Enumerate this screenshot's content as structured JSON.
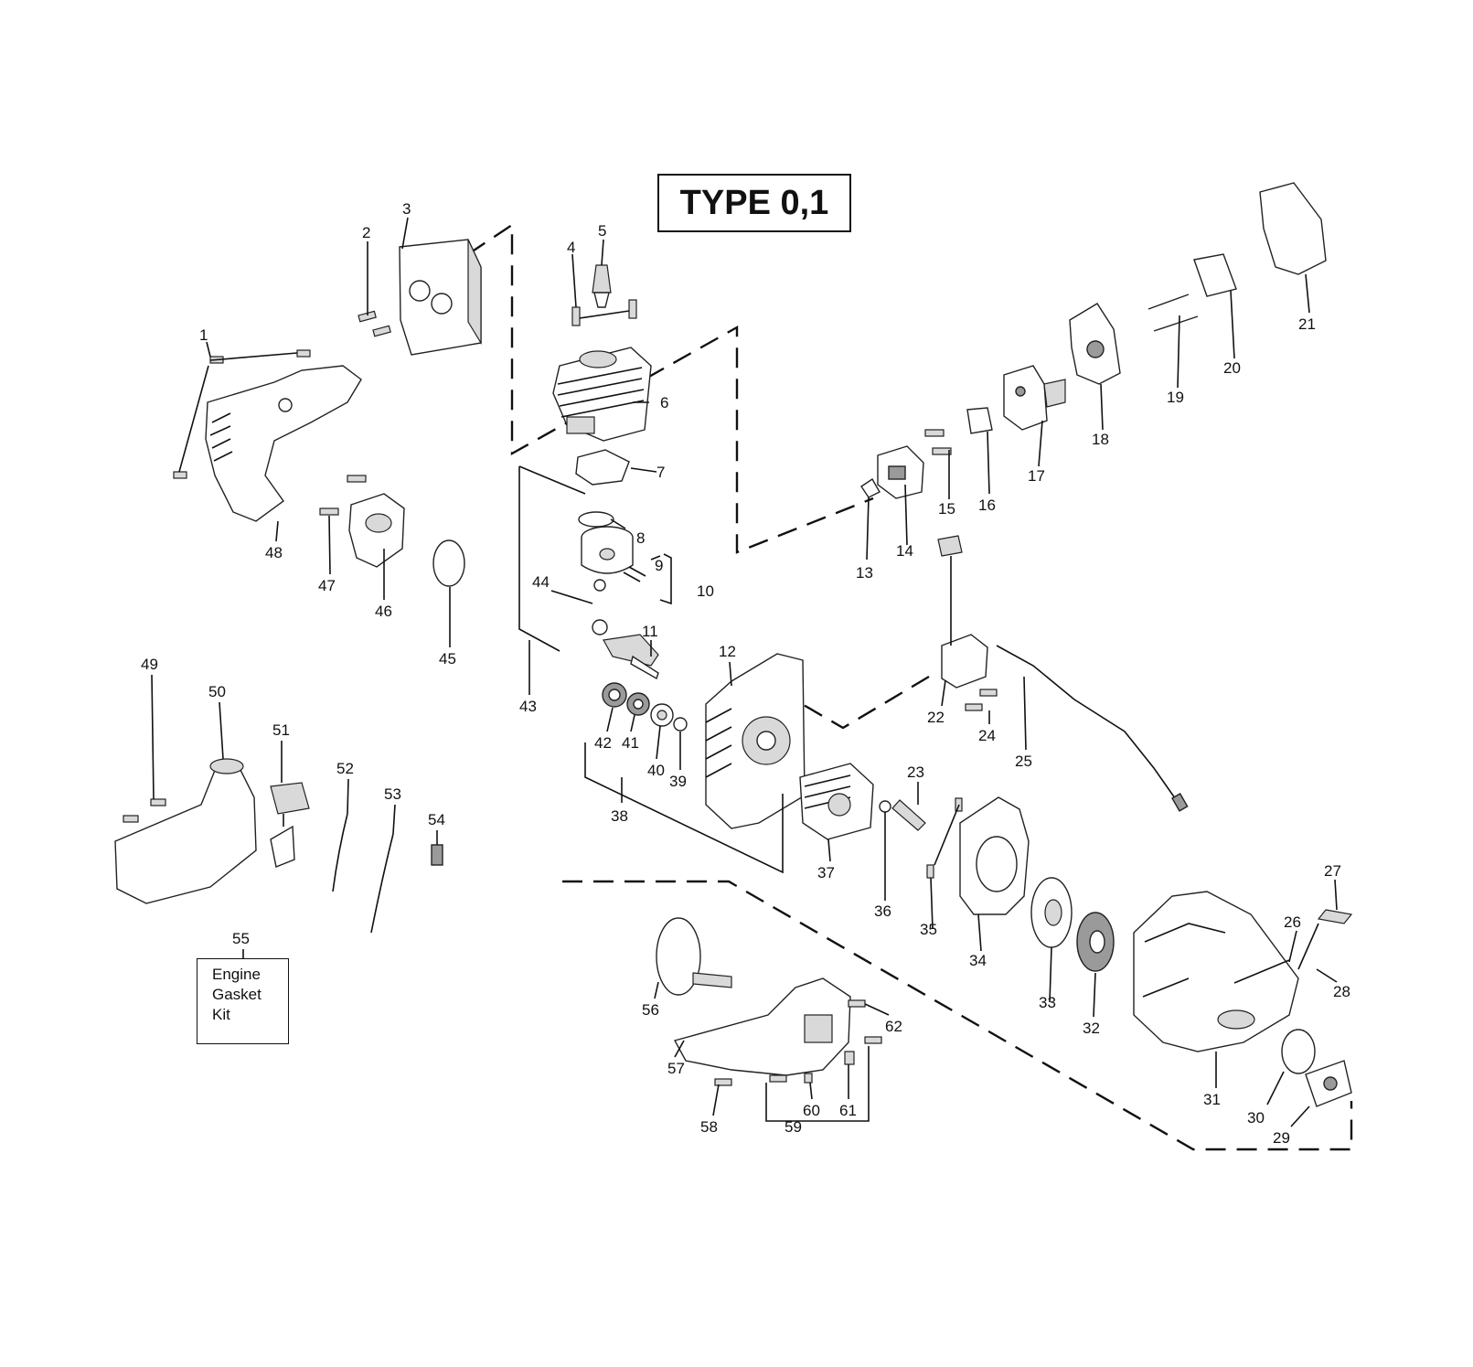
{
  "diagram": {
    "type_label": "TYPE 0,1",
    "kit_box": {
      "number": "55",
      "lines": [
        "Engine",
        "Gasket",
        "Kit"
      ]
    },
    "part_numbers": [
      "1",
      "2",
      "3",
      "4",
      "5",
      "6",
      "7",
      "8",
      "9",
      "10",
      "11",
      "12",
      "13",
      "14",
      "15",
      "16",
      "17",
      "18",
      "19",
      "20",
      "21",
      "22",
      "23",
      "24",
      "25",
      "26",
      "27",
      "28",
      "29",
      "30",
      "31",
      "32",
      "33",
      "34",
      "35",
      "36",
      "37",
      "38",
      "39",
      "40",
      "41",
      "42",
      "43",
      "44",
      "45",
      "46",
      "47",
      "48",
      "49",
      "50",
      "51",
      "52",
      "53",
      "54",
      "56",
      "57",
      "58",
      "59",
      "60",
      "61",
      "62"
    ]
  }
}
